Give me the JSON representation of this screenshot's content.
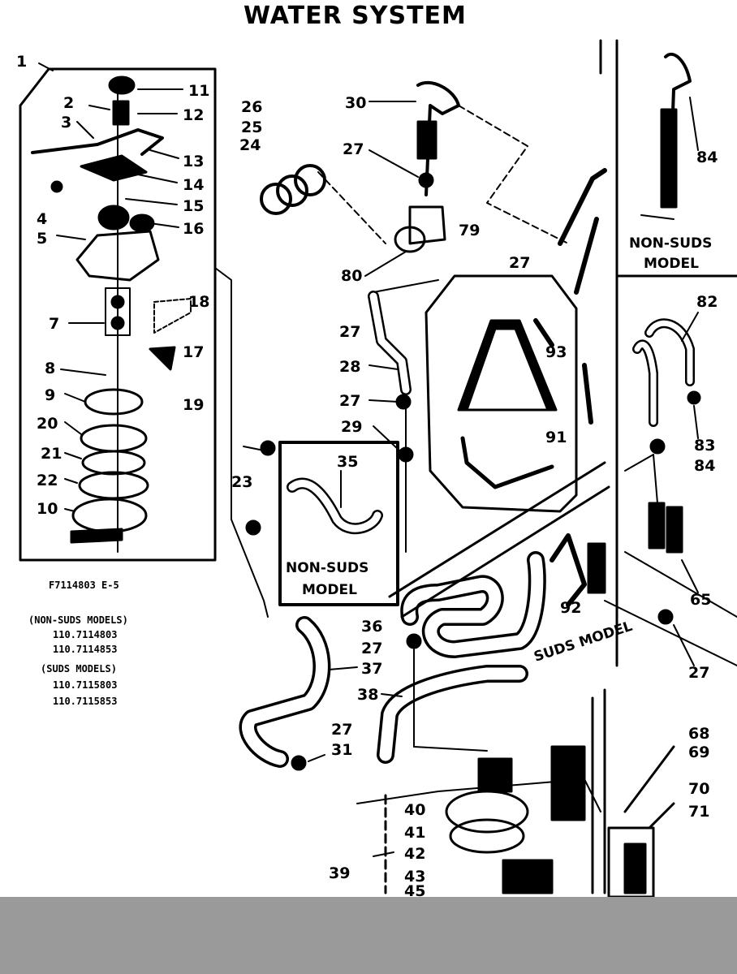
{
  "title": "WATER SYSTEM",
  "callouts": [
    "1",
    "2",
    "3",
    "4",
    "5",
    "7",
    "8",
    "9",
    "10",
    "11",
    "12",
    "13",
    "14",
    "15",
    "16",
    "17",
    "18",
    "19",
    "20",
    "21",
    "22",
    "23",
    "24",
    "25",
    "26",
    "27",
    "27",
    "27",
    "27",
    "27",
    "27",
    "27",
    "28",
    "29",
    "30",
    "31",
    "35",
    "36",
    "37",
    "38",
    "39",
    "40",
    "41",
    "42",
    "43",
    "45",
    "65",
    "68",
    "69",
    "70",
    "71",
    "79",
    "80",
    "82",
    "83",
    "84",
    "84",
    "91",
    "92",
    "93"
  ],
  "boxes": {
    "non_suds_top": "NON-SUDS\nMODEL",
    "non_suds_mid": "NON-SUDS\nMODEL",
    "suds": "SUDS MODEL"
  },
  "footnote": {
    "code": "F7114803 E-5",
    "lines": [
      "(NON-SUDS MODELS)",
      "110.7114803",
      "110.7114853",
      "(SUDS MODELS)",
      "110.7115803",
      "110.7115853"
    ]
  }
}
